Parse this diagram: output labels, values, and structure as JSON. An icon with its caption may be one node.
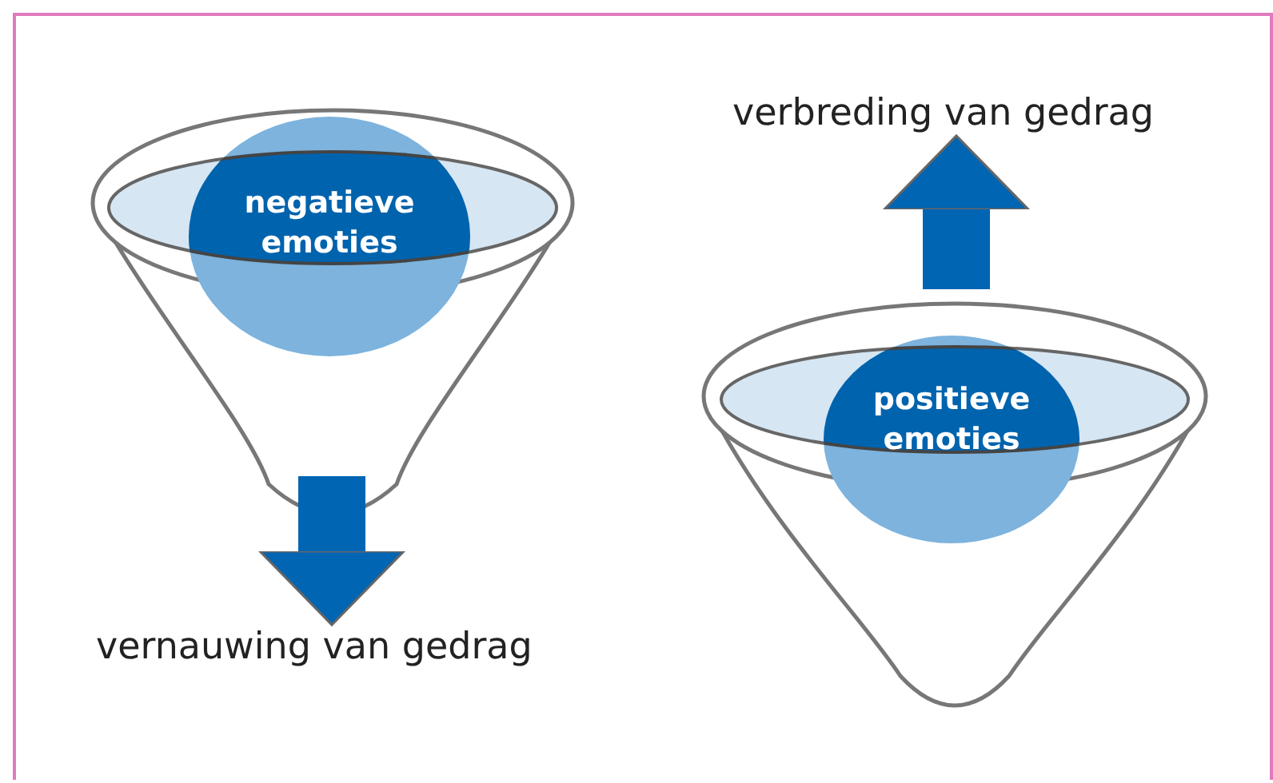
{
  "diagram": {
    "nodes": [
      {
        "text": [],
        "shape": "funnel"
      },
      {
        "text": [
          "negatieve emoties"
        ]
      },
      {
        "text": [
          "vernauwing van gedrag"
        ]
      },
      {
        "text": [],
        "shape": "funnel"
      },
      {
        "text": [
          "positieve emoties"
        ]
      },
      {
        "text": [
          "verbreding van gedrag"
        ]
      }
    ],
    "edges": [
      {
        "from": 0,
        "to": 2,
        "arrow": "to"
      },
      {
        "from": 3,
        "to": 5,
        "arrow": "to"
      }
    ]
  }
}
